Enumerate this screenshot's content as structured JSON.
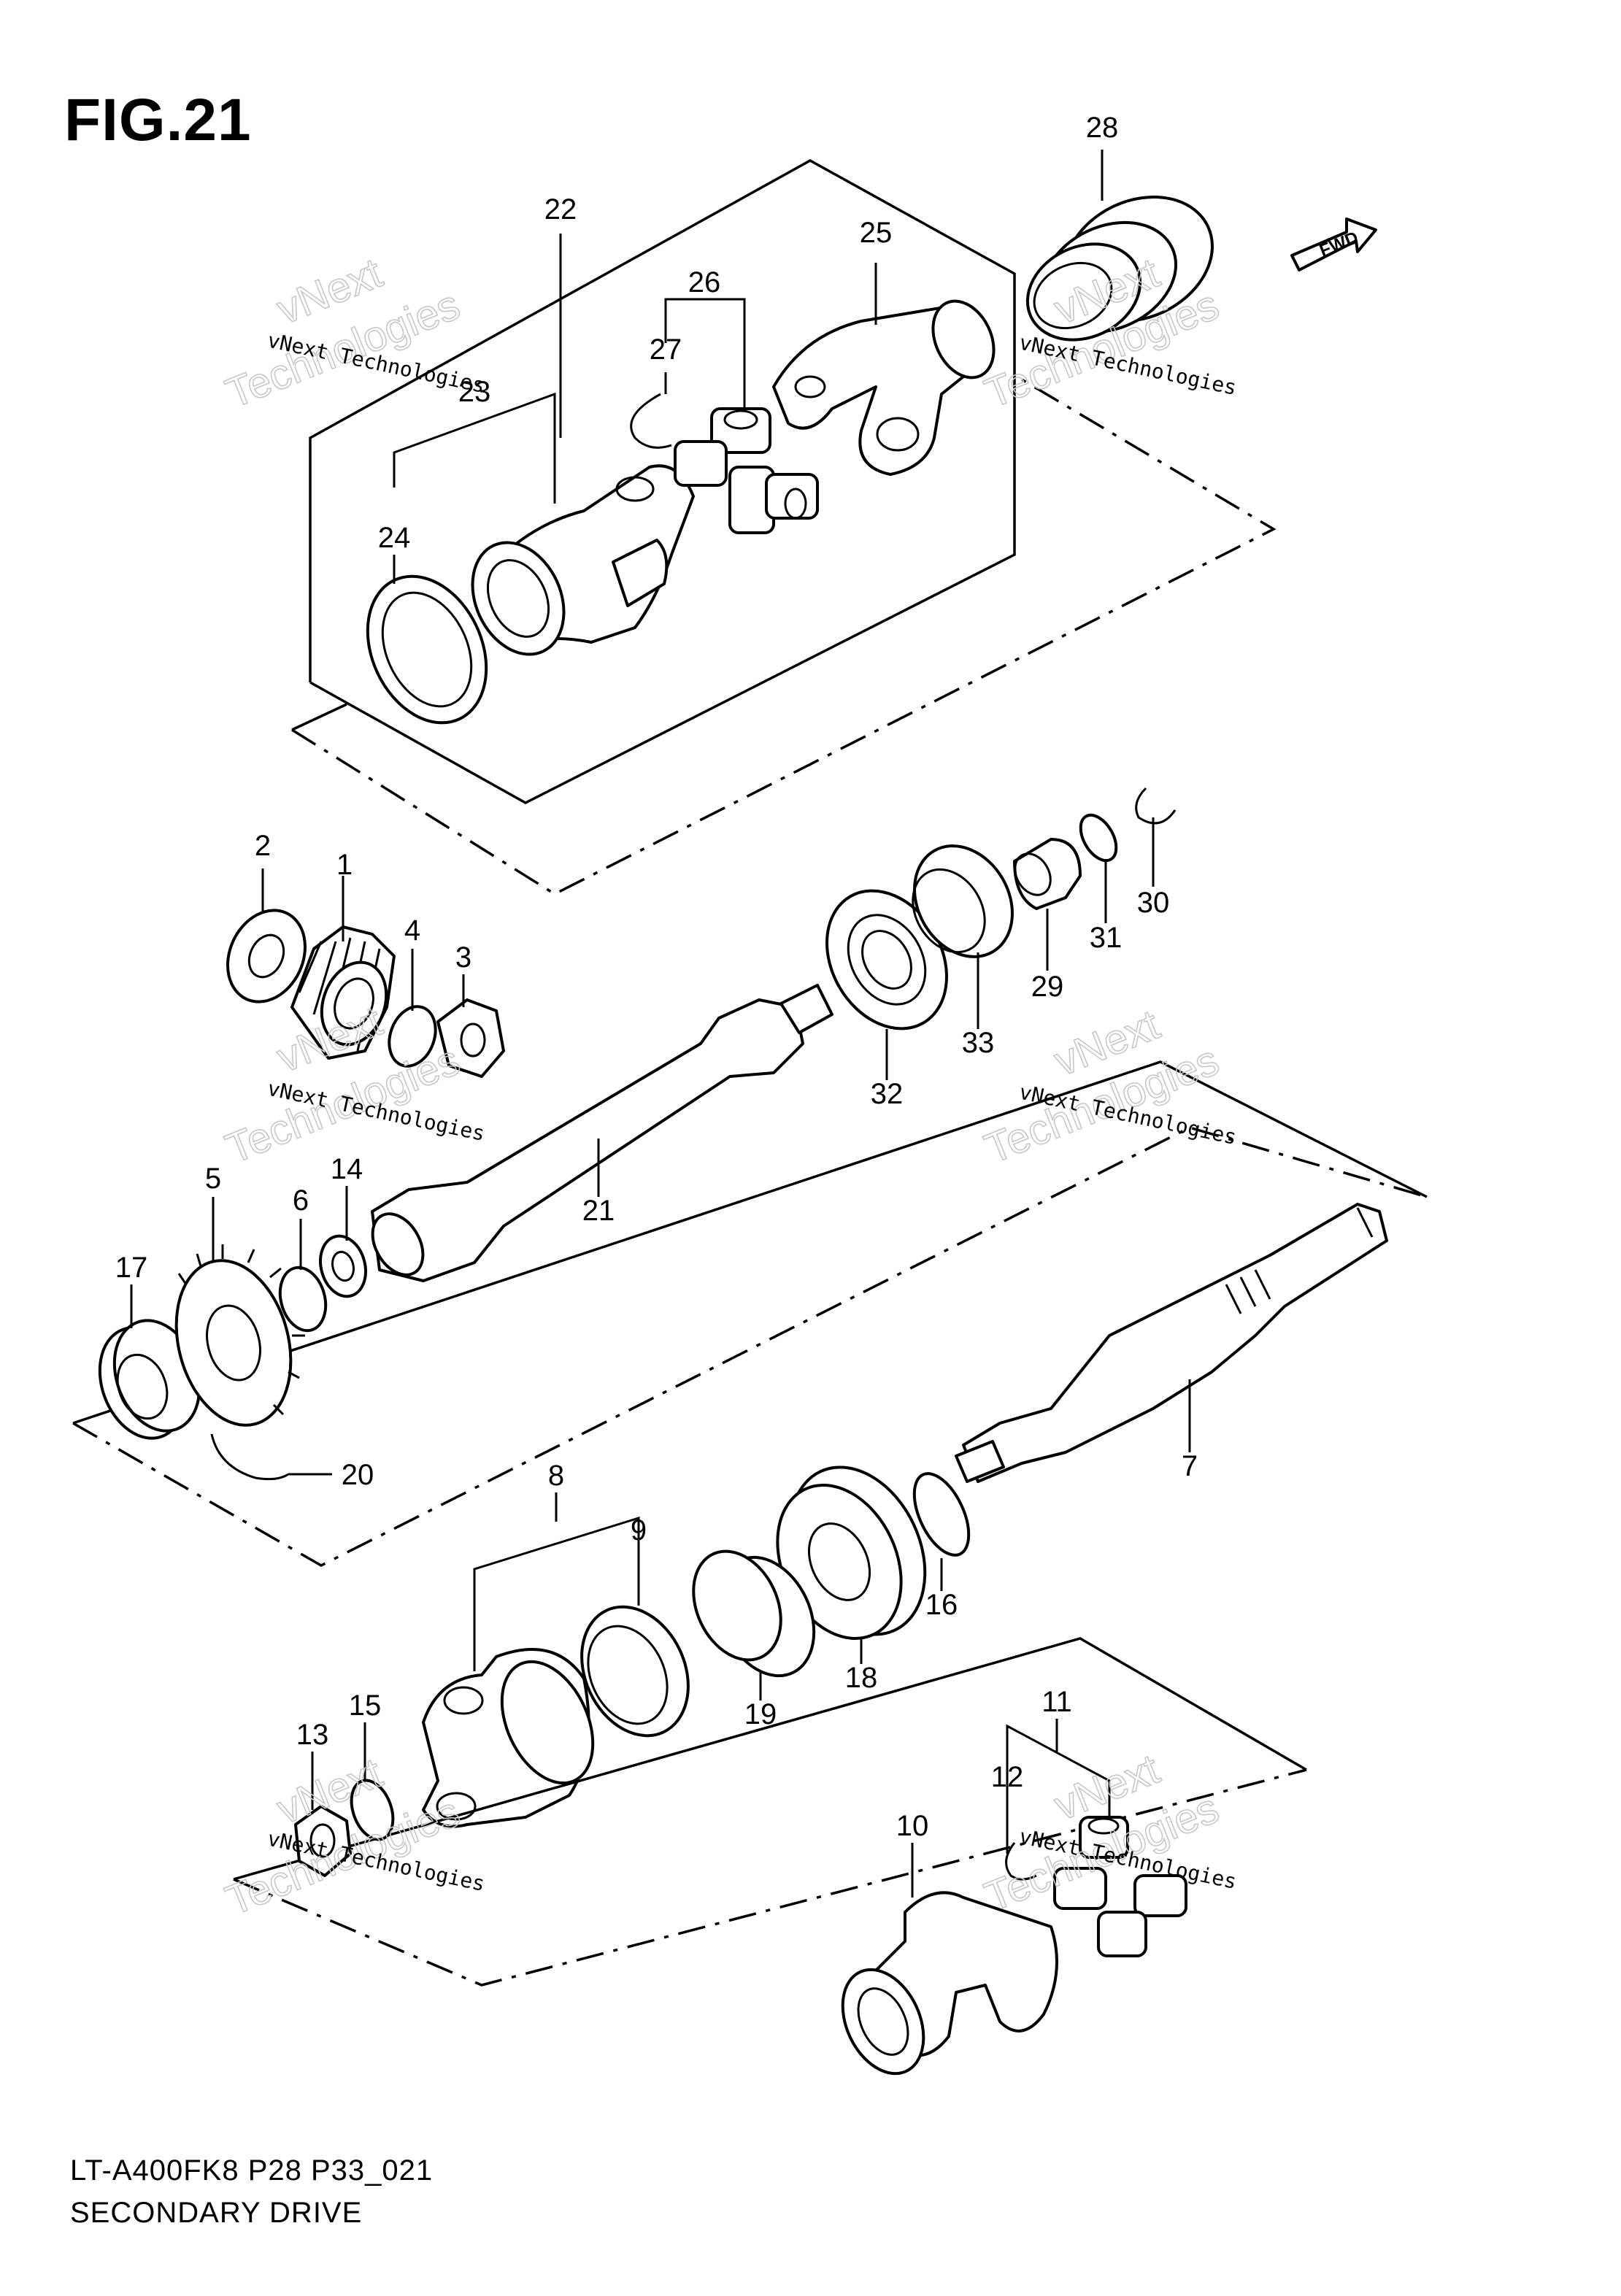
{
  "figure": {
    "title": "FIG.21",
    "model_code": "LT-A400FK8 P28 P33_021",
    "section_name": "SECONDARY DRIVE",
    "direction_label": "FWD"
  },
  "watermark": {
    "line1": "vNext Technologies",
    "line2": "vNext",
    "line3": "Technologies"
  },
  "callouts": {
    "c1": "1",
    "c2": "2",
    "c3": "3",
    "c4": "4",
    "c5": "5",
    "c6": "6",
    "c7": "7",
    "c8": "8",
    "c9": "9",
    "c10": "10",
    "c11": "11",
    "c12": "12",
    "c13": "13",
    "c14": "14",
    "c15": "15",
    "c16": "16",
    "c17": "17",
    "c18": "18",
    "c19": "19",
    "c20": "20",
    "c21": "21",
    "c22": "22",
    "c23": "23",
    "c24": "24",
    "c25": "25",
    "c26": "26",
    "c27": "27",
    "c28": "28",
    "c29": "29",
    "c30": "30",
    "c31": "31",
    "c32": "32",
    "c33": "33"
  }
}
